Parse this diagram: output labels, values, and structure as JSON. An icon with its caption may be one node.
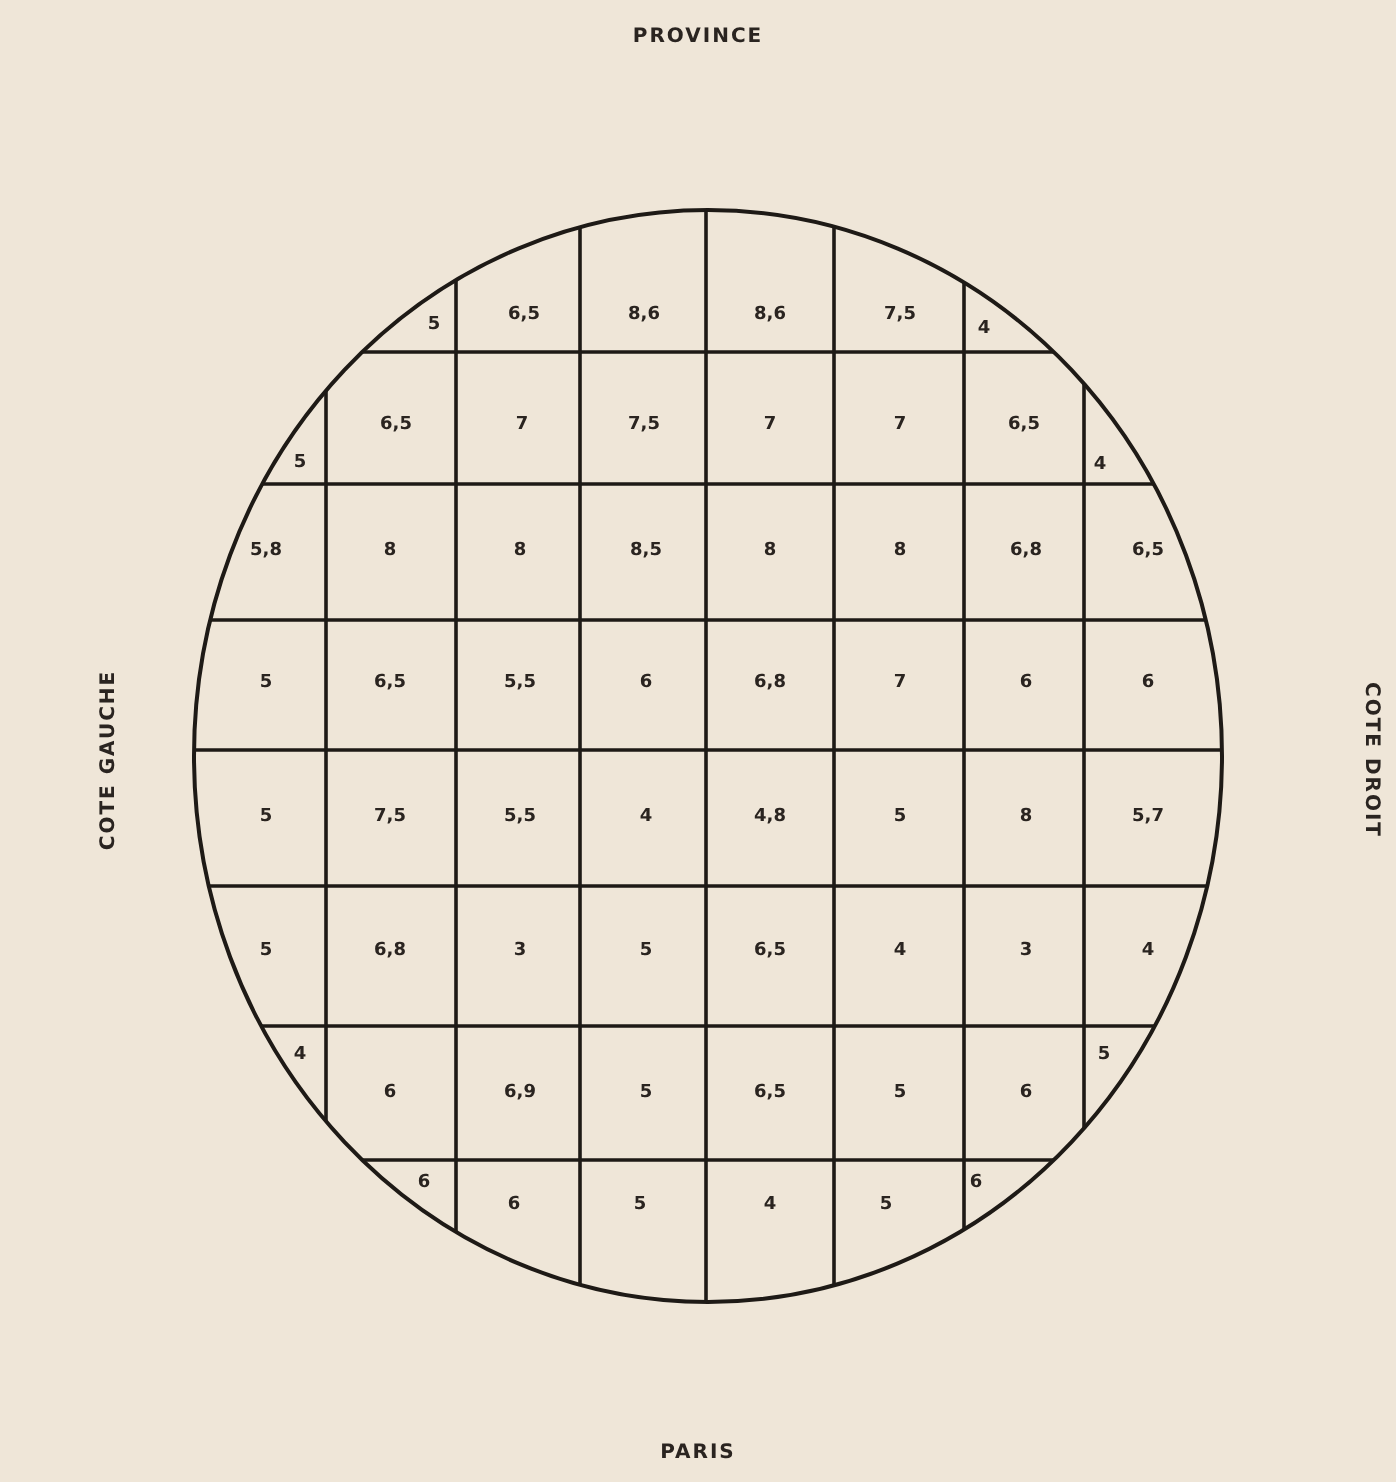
{
  "diagram": {
    "labels": [
      "PROVINCE",
      "COTE GAUCHE",
      "COTE DROIT",
      "5",
      "6,5",
      "8,6",
      "8,6",
      "7,5",
      "4",
      "5",
      "6,5",
      "7",
      "7,5",
      "7",
      "7",
      "6,5",
      "4",
      "5,8",
      "8",
      "8",
      "8,5",
      "8",
      "8",
      "6,8",
      "6,5",
      "5",
      "6,5",
      "5,5",
      "6",
      "6,8",
      "7",
      "6",
      "6",
      "5",
      "7,5",
      "5,5",
      "4",
      "4,8",
      "5",
      "8",
      "5,7",
      "5",
      "6,8",
      "3",
      "5",
      "6,5",
      "4",
      "3",
      "4",
      "4",
      "6",
      "6,9",
      "5",
      "6,5",
      "5",
      "6",
      "5",
      "6",
      "6",
      "5",
      "4",
      "5",
      "6",
      "PARIS"
    ]
  }
}
